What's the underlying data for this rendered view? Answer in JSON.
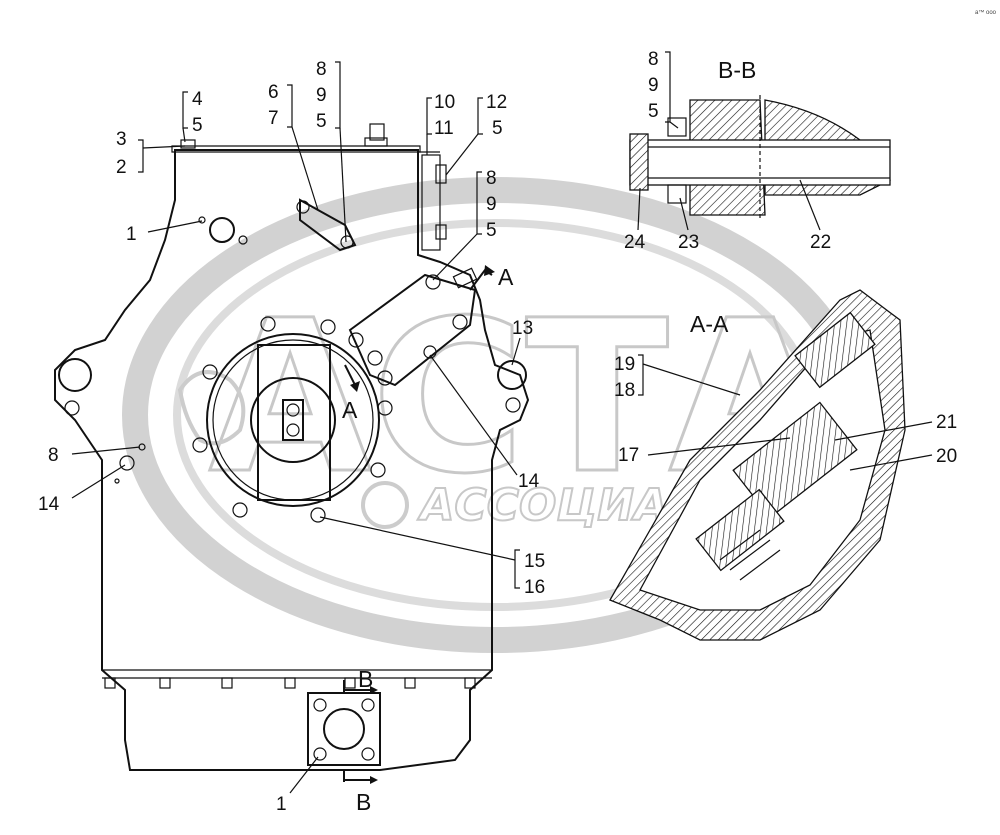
{
  "watermark": {
    "big": "АСТА",
    "small": "АССОЦИАЦИЯ",
    "color": "#c8c8c8"
  },
  "corner_note": "a™ ооо",
  "sections": {
    "bb": "B-B",
    "aa": "A-A"
  },
  "arrows": {
    "a1": "A",
    "a2": "A",
    "b1": "B",
    "b2": "B"
  },
  "labels": {
    "l1a": "1",
    "l1b": "1",
    "l2": "2",
    "l3": "3",
    "l4": "4",
    "l5a": "5",
    "l6": "6",
    "l7": "7",
    "l8a": "8",
    "l9a": "9",
    "l5b": "5",
    "l10": "10",
    "l11": "11",
    "l12": "12",
    "l5c": "5",
    "l8b": "8",
    "l9b": "9",
    "l5d": "5",
    "l8c": "8",
    "l9c": "9",
    "l5e": "5",
    "l8d": "8",
    "l13": "13",
    "l14a": "14",
    "l14b": "14",
    "l15": "15",
    "l16": "16",
    "l17": "17",
    "l18": "18",
    "l19": "19",
    "l20": "20",
    "l21": "21",
    "l22": "22",
    "l23": "23",
    "l24": "24"
  }
}
